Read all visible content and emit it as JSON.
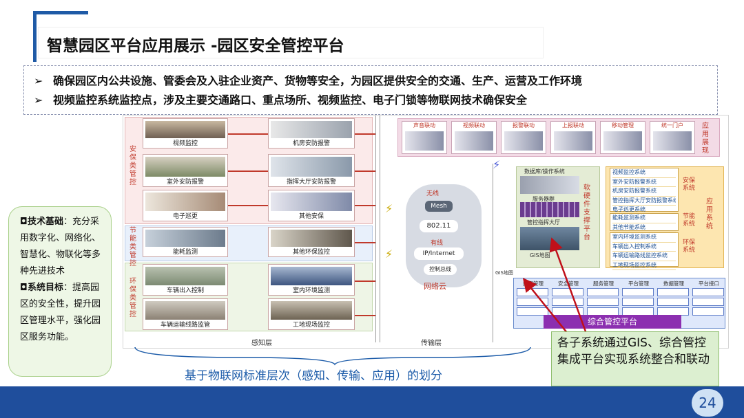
{
  "title": "智慧园区平台应用展示 -园区安全管控平台",
  "bullets": [
    {
      "marker": "➢",
      "text": "确保园区内公共设施、管委会及入驻企业资产、货物等安全，为园区提供安全的交通、生产、运营及工作环境"
    },
    {
      "marker": "➢",
      "text": "视频监控系统监控点，涉及主要交通路口、重点场所、视频监控、电子门锁等物联网技术确保安全"
    }
  ],
  "note": {
    "item1_marker": "◘",
    "item1_label": "技术基础",
    "item1_text": "：充分采用数字化、网络化、智慧化、物联化等多种先进技术",
    "item2_marker": "◘",
    "item2_label": "系统目标",
    "item2_text": "：提高园区的安全性，提升园区管理水平，强化园区服务功能。"
  },
  "diagram": {
    "zones": {
      "security": "安保类管控",
      "energy": "节能类管控",
      "environment": "环保类管控"
    },
    "boxes": {
      "video": "视频监控",
      "room_security": "机房安防报警",
      "outdoor_alarm": "室外安防报警",
      "hall_alarm": "指挥大厅安防报警",
      "patrol": "电子巡更",
      "other_security": "其他安保",
      "energy_monitor": "能耗监测",
      "other_env": "其他环保监控",
      "vehicle_access": "车辆出入控制",
      "indoor_env": "室内环境监测",
      "transport": "车辆运输线路监管",
      "site_monitor": "工地现场监控"
    },
    "app_row": [
      "声音联动",
      "视频联动",
      "报警联动",
      "上报联动",
      "移动管理",
      "统一门户"
    ],
    "app_label": "应用展现",
    "cloud": {
      "wireless": "无线",
      "mesh": "Mesh",
      "wifi": "802.11",
      "wired": "有线",
      "ip": "IP/Internet",
      "control": "控制总线",
      "name": "网络云"
    },
    "software": {
      "db": "数据库/操作系统",
      "server": "服务器群",
      "hall": "管控指挥大厅",
      "gis": "GIS地图",
      "label": "软硬件支撑平台"
    },
    "security_list": [
      "视频监控系统",
      "室外安防报警系统",
      "机房安防报警系统",
      "管控指挥大厅安防报警系统",
      "电子巡更系统"
    ],
    "energy_list": [
      "能耗监测系统",
      "其他节能系统"
    ],
    "env_list": [
      "室内环境监测系统",
      "车辆出入控制系统",
      "车辆运输路线监控系统",
      "工地现场监控系统"
    ],
    "sys_labels": {
      "security": "安保系统",
      "energy": "节能系统",
      "env": "环保系统",
      "app": "应用系统"
    },
    "platform": {
      "headers": [
        "应用管理",
        "安全管理",
        "服务管理",
        "平台管理",
        "数据管理",
        "平台接口"
      ],
      "gis_tag": "GIS地图",
      "name": "综合管控平台"
    },
    "layers": {
      "sense": "感知层",
      "transport": "传输层"
    }
  },
  "callout": "各子系统通过GIS、综合管控集成平台实现系统整合和联动",
  "caption": "基于物联网标准层次（感知、传输、应用）的划分",
  "page_number": "24"
}
